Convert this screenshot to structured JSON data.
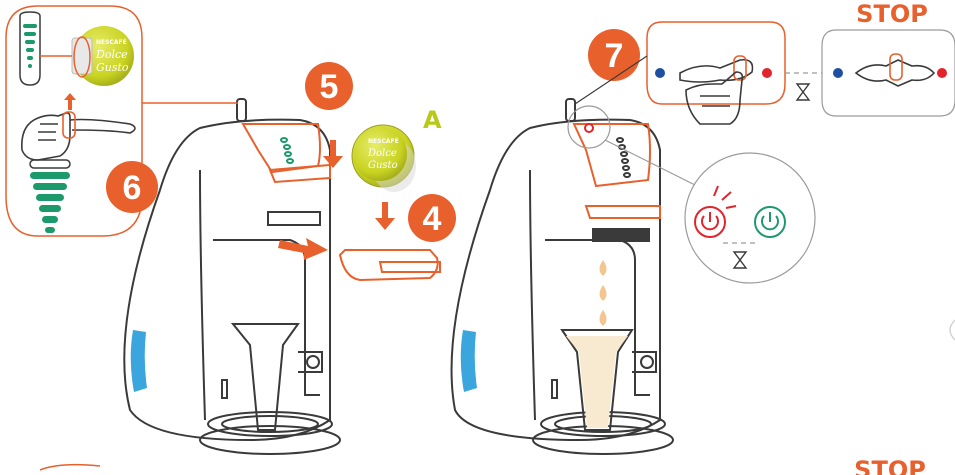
{
  "steps": {
    "step4": "4",
    "step5": "5",
    "step6": "6",
    "step7": "7"
  },
  "labels": {
    "capsule_label": "A",
    "stop_top": "STOP",
    "stop_bottom": "STOP"
  },
  "capsule_brand": {
    "maker": "NESCAFÉ",
    "line1": "Dolce",
    "line2": "Gusto"
  },
  "colors": {
    "orange": "#e8602c",
    "green": "#1d9a6c",
    "red": "#e3242b",
    "blue": "#1f4fa0",
    "water_blue": "#3aa6dd",
    "capsule_yellow": "#c9d321",
    "outline": "#3a3a3a",
    "grey_line": "#9a9a9a"
  },
  "icons": [
    "hourglass-icon",
    "power-icon",
    "hand-icon",
    "arrow-down-icon",
    "arrow-up-icon",
    "arrow-right-icon"
  ]
}
